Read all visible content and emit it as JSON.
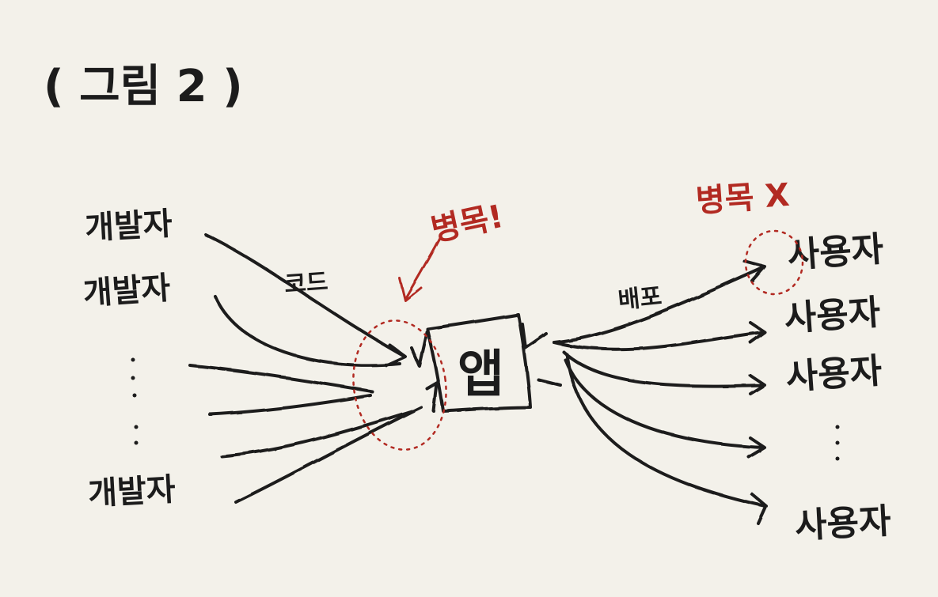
{
  "title": "( 그림 2 )",
  "developers": [
    "개발자",
    "개발자",
    "개발자"
  ],
  "code_label": "코드",
  "app_label": "앱",
  "bottleneck_label": "병목!",
  "deploy_label": "배포",
  "no_bottleneck_label": "병목 X",
  "users": [
    "사용자",
    "사용자",
    "사용자",
    "사용자"
  ],
  "colors": {
    "ink": "#1c1c1c",
    "red": "#b22a22",
    "paper": "#f3f1ea"
  }
}
